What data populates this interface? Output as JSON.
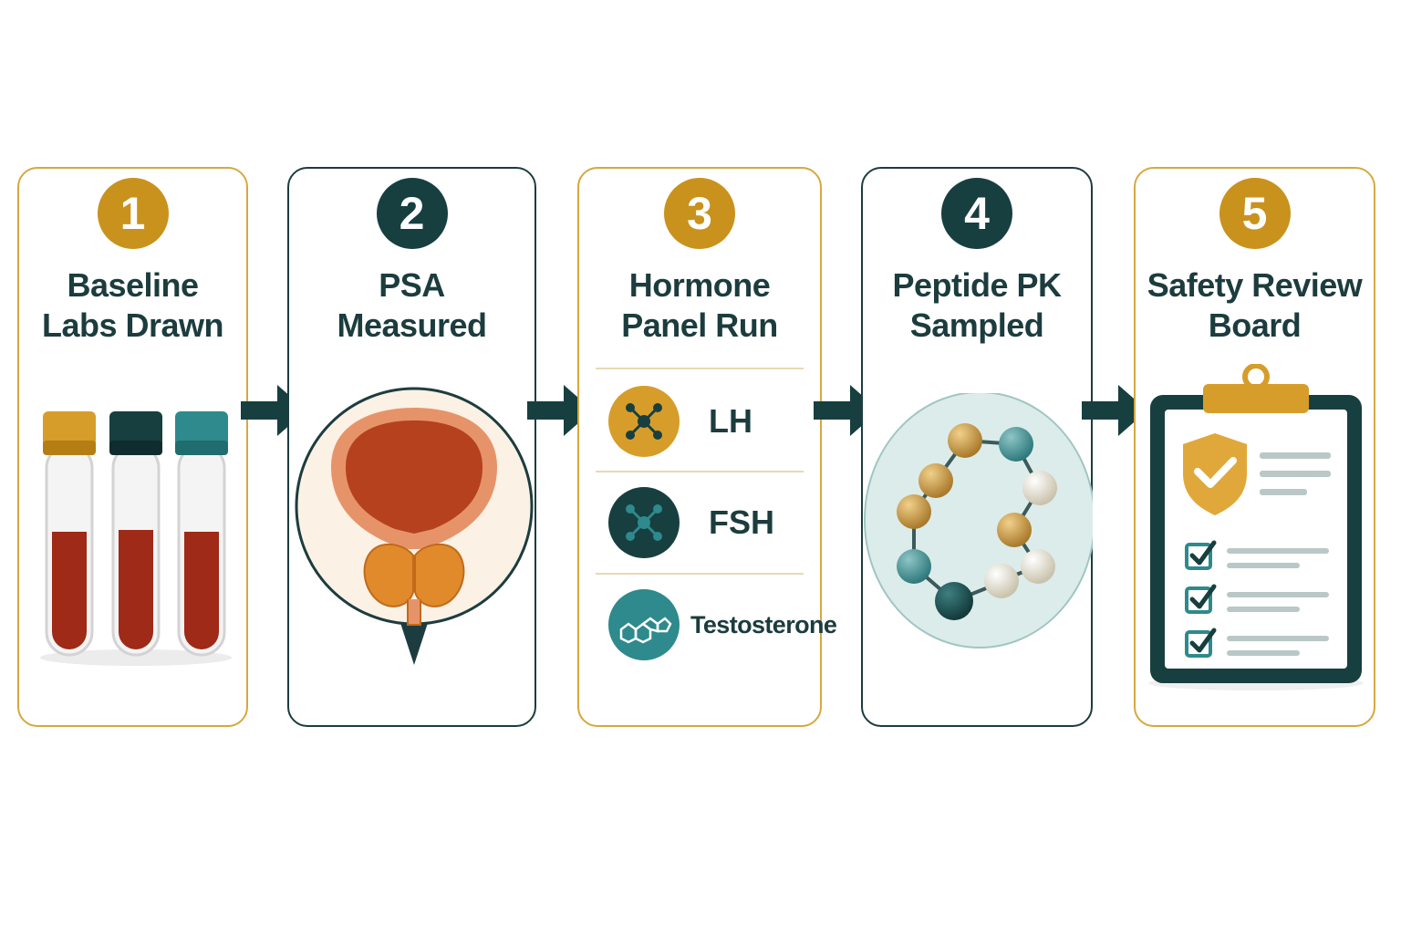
{
  "steps": [
    {
      "number": "1",
      "title_line1": "Baseline",
      "title_line2": "Labs Drawn"
    },
    {
      "number": "2",
      "title_line1": "PSA",
      "title_line2": "Measured"
    },
    {
      "number": "3",
      "title_line1": "Hormone",
      "title_line2": "Panel Run"
    },
    {
      "number": "4",
      "title_line1": "Peptide PK",
      "title_line2": "Sampled"
    },
    {
      "number": "5",
      "title_line1": "Safety Review",
      "title_line2": "Board"
    }
  ],
  "hormones": [
    "LH",
    "FSH",
    "Testosterone"
  ],
  "colors": {
    "gold": "#c9921d",
    "teal_dark": "#173f40",
    "teal": "#2e8a8c",
    "text": "#1c3c3e",
    "blood": "#9e2a17"
  },
  "icons": [
    "test-tube-icon",
    "prostate-icon",
    "molecule-icon",
    "peptide-chain-icon",
    "clipboard-icon",
    "shield-check-icon",
    "checkbox-icon",
    "arrow-right-icon"
  ]
}
